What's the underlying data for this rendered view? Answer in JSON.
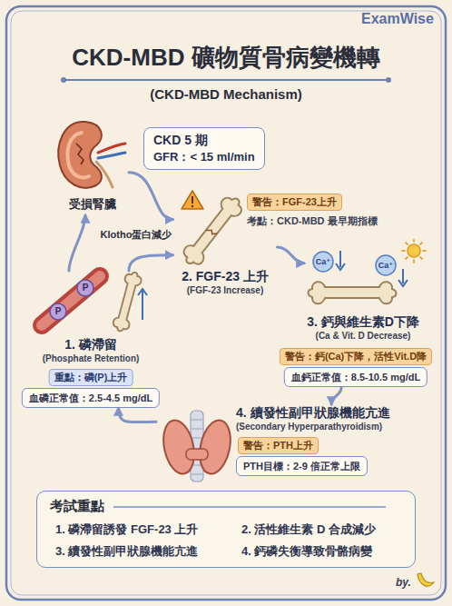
{
  "diagram": {
    "title": "CKD-MBD 礦物質骨病變機轉",
    "nodes": [
      {
        "text": [
          "受損腎臟"
        ]
      },
      {
        "text": [
          "CKD 5 期",
          "GFR：< 15 ml/min"
        ]
      },
      {
        "text": [
          "2. FGF-23 上升",
          "(FGF-23 Increase)"
        ]
      },
      {
        "text": [
          "警告：FGF-23上升"
        ]
      },
      {
        "text": [
          "3. 鈣與維生素D下降",
          "(Ca & Vit. D Decrease)"
        ]
      },
      {
        "text": [
          "警告：鈣(Ca)下降，活性Vit.D降"
        ]
      },
      {
        "text": [
          "血鈣正常值：8.5-10.5 mg/dL"
        ]
      },
      {
        "text": [
          "4. 續發性副甲狀腺機能亢進",
          "(Secondary Hyperparathyroidism)"
        ]
      },
      {
        "text": [
          "警告：PTH上升"
        ]
      },
      {
        "text": [
          "PTH目標：2-9 倍正常上限"
        ]
      },
      {
        "text": [
          "1. 磷滯留",
          "(Phosphate Retention)"
        ]
      },
      {
        "text": [
          "重點：磷(P)上升"
        ]
      },
      {
        "text": [
          "血磷正常值：2.5-4.5 mg/dL"
        ]
      },
      {
        "text": [
          "考試重點",
          "1. 磷滯留誘發 FGF-23 上升",
          "2. 活性維生素 D 合成減少",
          "3. 續發性副甲狀腺機能亢進",
          "4. 鈣磷失衡導致骨骼病變"
        ]
      }
    ],
    "edges": [
      {
        "from": 0,
        "to": 2,
        "label": "Klotho蛋白減少",
        "arrow": "to"
      },
      {
        "from": 2,
        "to": 4,
        "arrow": "to"
      },
      {
        "from": 6,
        "to": 7,
        "arrow": "to"
      },
      {
        "from": 7,
        "to": 12,
        "arrow": "to"
      },
      {
        "from": 10,
        "to": 0,
        "arrow": "to"
      },
      {
        "from": 10,
        "to": 2,
        "arrow": "to"
      }
    ],
    "labels": [
      "ExamWise",
      "(CKD-MBD Mechanism)",
      "考點：CKD-MBD 最早期指標",
      "P",
      "P",
      "Ca⁺",
      "Ca⁺",
      "by."
    ]
  }
}
